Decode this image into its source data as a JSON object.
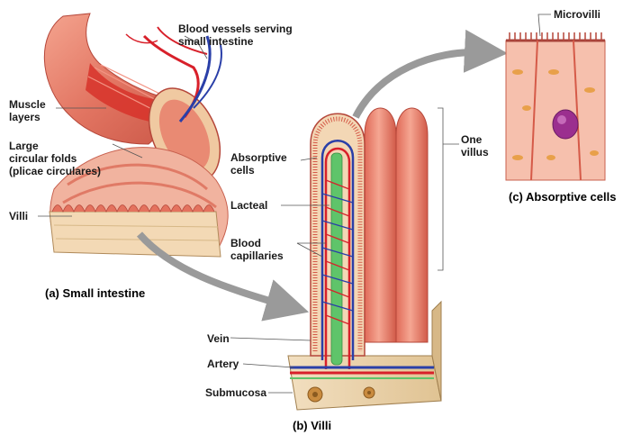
{
  "labels": {
    "blood_vessels": [
      "Blood vessels serving",
      "small intestine"
    ],
    "muscle_layers": [
      "Muscle",
      "layers"
    ],
    "circular_folds": [
      "Large",
      "circular folds",
      "(plicae circulares)"
    ],
    "villi": "Villi",
    "absorptive_cells": [
      "Absorptive",
      "cells"
    ],
    "lacteal": "Lacteal",
    "blood_capillaries": [
      "Blood",
      "capillaries"
    ],
    "one_villus": [
      "One",
      "villus"
    ],
    "microvilli": "Microvilli",
    "vein": "Vein",
    "artery": "Artery",
    "submucosa": "Submucosa"
  },
  "captions": {
    "a": "(a) Small intestine",
    "b": "(b) Villi",
    "c": "(c) Absorptive cells"
  },
  "colors": {
    "tissue": "#e8806f",
    "tissue_light": "#f6c0ad",
    "artery": "#d8202a",
    "vein": "#2a3fa8",
    "lacteal": "#5fc46a",
    "arrow": "#9a9a9a",
    "nucleus": "#9b2f8f"
  }
}
